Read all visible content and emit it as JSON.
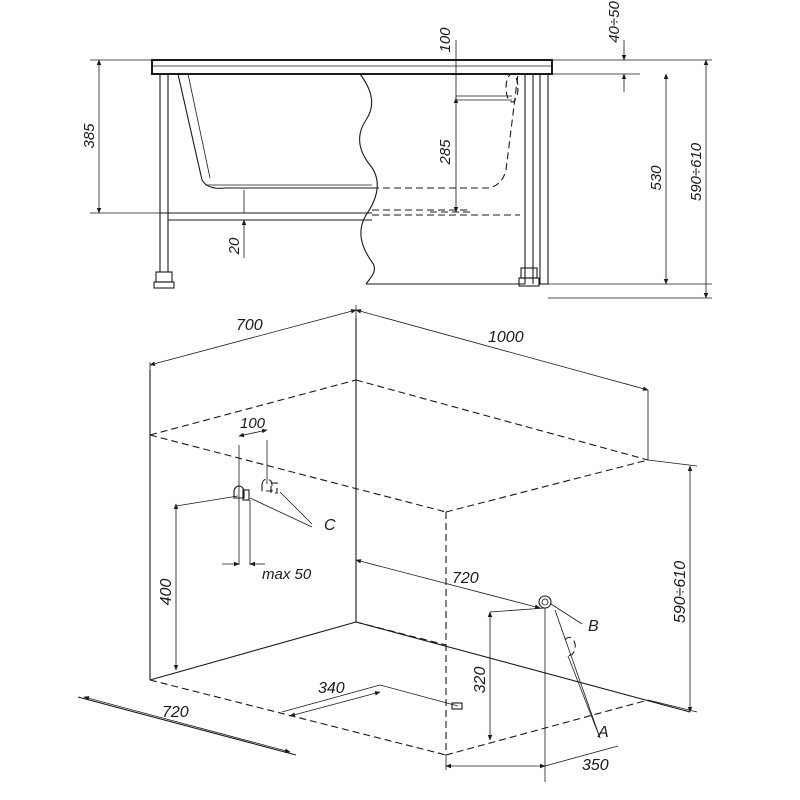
{
  "top_view": {
    "dims": {
      "d100": "100",
      "d40_50": "40÷50",
      "d385": "385",
      "d285": "285",
      "d530": "530",
      "d590_610": "590÷610",
      "d20": "20"
    }
  },
  "bottom_view": {
    "dims": {
      "d700": "700",
      "d1000": "1000",
      "d100": "100",
      "max50": "max 50",
      "d400": "400",
      "d720_right": "720",
      "d590_610": "590÷610",
      "d320": "320",
      "d340": "340",
      "d720_left": "720",
      "d350": "350"
    },
    "labels": {
      "a": "A",
      "b": "B",
      "c": "C"
    }
  }
}
